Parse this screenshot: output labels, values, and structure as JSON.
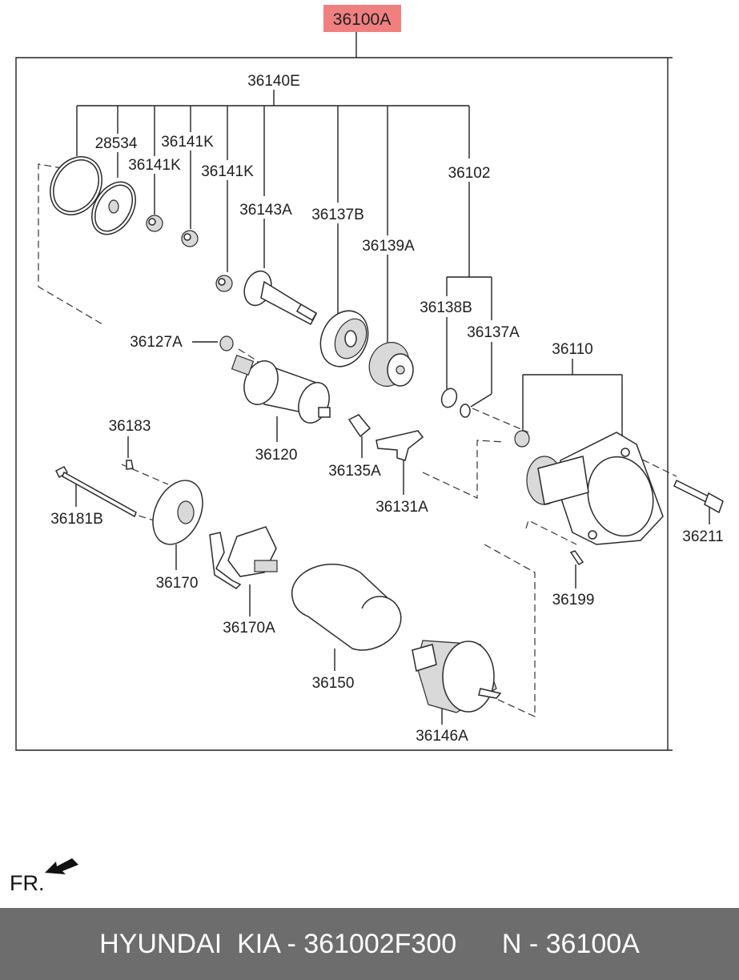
{
  "assembly": {
    "part_no": "36100A",
    "highlight_color": "#f08080"
  },
  "labels": {
    "l36140E": "36140E",
    "l28534": "28534",
    "l36141K_a": "36141K",
    "l36141K_b": "36141K",
    "l36141K_c": "36141K",
    "l36143A": "36143A",
    "l36137B": "36137B",
    "l36139A": "36139A",
    "l36102": "36102",
    "l36138B": "36138B",
    "l36137A": "36137A",
    "l36127A": "36127A",
    "l36110": "36110",
    "l36183": "36183",
    "l36120": "36120",
    "l36135A": "36135A",
    "l36131A": "36131A",
    "l36181B": "36181B",
    "l36211": "36211",
    "l36170": "36170",
    "l36199": "36199",
    "l36170A": "36170A",
    "l36150": "36150",
    "l36146A": "36146A"
  },
  "orientation": {
    "label": "FR.",
    "icon": "front-arrow-icon"
  },
  "footer": {
    "text": "HYUNDAI  KIA - 361002F300      N - 36100A",
    "bg_color": "#6d6d6d"
  }
}
